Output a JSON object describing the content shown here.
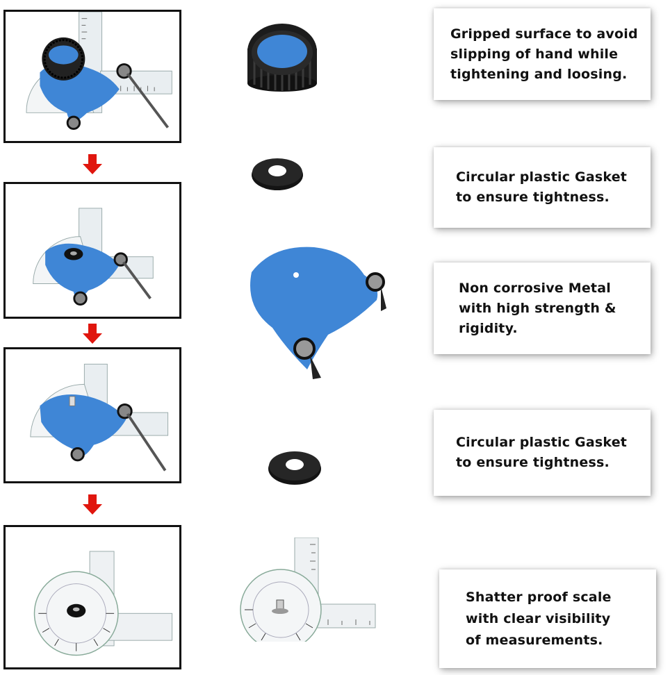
{
  "colors": {
    "accent_blue": "#3f86d6",
    "arrow_red": "#e0160e",
    "frame_border": "#111111",
    "card_bg": "#ffffff",
    "text": "#111111"
  },
  "steps": [
    {
      "name": "step-1-assembled-with-knob",
      "arrow_after": "down-arrow-icon"
    },
    {
      "name": "step-2-gasket-on-plate",
      "arrow_after": "down-arrow-icon"
    },
    {
      "name": "step-3-bolt-on-plate",
      "arrow_after": "down-arrow-icon"
    },
    {
      "name": "step-4-scale-only",
      "arrow_after": null
    }
  ],
  "components": [
    {
      "icon": "ribbed-knob-icon"
    },
    {
      "icon": "gasket-icon"
    },
    {
      "icon": "metal-plate-icon"
    },
    {
      "icon": "gasket-icon"
    },
    {
      "icon": "protractor-scale-icon"
    }
  ],
  "features": [
    {
      "text": "Gripped surface to avoid\nslipping of hand while\ntightening and loosing."
    },
    {
      "text": "Circular plastic Gasket\nto ensure tightness."
    },
    {
      "text": "Non corrosive Metal\nwith high strength &\nrigidity."
    },
    {
      "text": "Circular plastic Gasket\nto ensure tightness."
    },
    {
      "text": "Shatter proof scale\nwith clear visibility\nof measurements."
    }
  ]
}
